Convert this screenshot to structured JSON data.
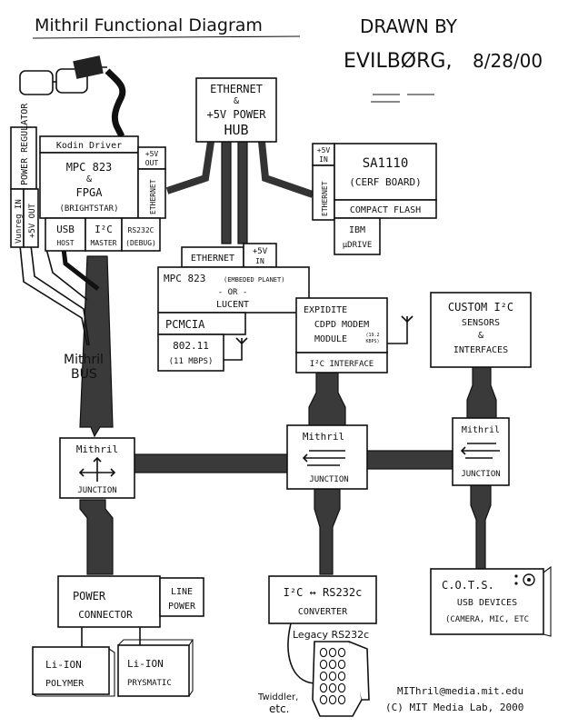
{
  "header": {
    "title": "Mithril Functional Diagram",
    "drawn_by_prefix": "DRAWN BY",
    "author": "EVILBØRG,",
    "date": "8/28/00"
  },
  "hub": {
    "line1": "ETHERNET",
    "line2": "&",
    "line3": "+5V POWER",
    "line4": "HUB"
  },
  "kodin_driver": "Kodin Driver",
  "power_regulator": "POWER REGULATOR",
  "vunreg_in": "Vunreg IN",
  "v5_out_left": "+5V OUT",
  "mpc823_main": {
    "line1": "MPC 823",
    "line2": "&",
    "line3": "FPGA",
    "line4": "(BRIGHTSTAR)"
  },
  "v5_out_side": {
    "line1": "+5V",
    "line2": "OUT"
  },
  "ethernet_vertical_left": "ETHERNET",
  "usb_host": {
    "line1": "USB",
    "line2": "HOST"
  },
  "i2c_master": {
    "line1": "I²C",
    "line2": "MASTER"
  },
  "rs232c_debug": {
    "line1": "RS232C",
    "line2": "(DEBUG)"
  },
  "sa1110": {
    "v5_in_line1": "+5V",
    "v5_in_line2": "IN",
    "ethernet_vertical": "ETHERNET",
    "title": "SA1110",
    "subtitle": "(CERF BOARD)",
    "flash": "COMPACT FLASH",
    "ibm_line1": "IBM",
    "ibm_line2": "μDRIVE"
  },
  "embedded": {
    "ethernet": "ETHERNET",
    "v5_in_line1": "+5V",
    "v5_in_line2": "IN",
    "line1": "MPC 823",
    "line1_small": "(EMBEDED PLANET)",
    "line2": "- OR -",
    "line3": "LUCENT",
    "pcmcia": "PCMCIA",
    "wifi_line1": "802.11",
    "wifi_line2": "(11 MBPS)"
  },
  "cdpd": {
    "line1": "EXPIDITE",
    "line2": "CDPD MODEM",
    "line3": "MODULE",
    "rate1": "(19.2",
    "rate2": "KBPS)",
    "interface": "I²C INTERFACE"
  },
  "custom_i2c": {
    "line1": "CUSTOM I²C",
    "line2": "SENSORS",
    "line3": "&",
    "line4": "INTERFACES"
  },
  "mithril_bus": {
    "line1": "Mithril",
    "line2": "BUS"
  },
  "junctions": [
    {
      "top": "Mithril",
      "bottom": "JUNCTION"
    },
    {
      "top": "Mithril",
      "bottom": "JUNCTION"
    },
    {
      "top": "Mithril",
      "bottom": "JUNCTION"
    }
  ],
  "power_connector": {
    "line1": "POWER",
    "line2": "CONNECTOR"
  },
  "line_power": {
    "line1": "LINE",
    "line2": "POWER"
  },
  "converter": {
    "line1": "I²C ↔ RS232c",
    "line2": "CONVERTER"
  },
  "cots": {
    "line1": "C.O.T.S.",
    "line2": "USB DEVICES",
    "line3": "(CAMERA, MIC, ETC"
  },
  "legacy": "Legacy RS232c",
  "twiddler": {
    "line1": "Twiddler,",
    "line2": "etc."
  },
  "li_ion_polymer": {
    "line1": "Li-ION",
    "line2": "POLYMER"
  },
  "li_ion_prysmatic": {
    "line1": "Li-ION",
    "line2": "PRYSMATIC"
  },
  "footer": {
    "email": "MIThril@media.mit.edu",
    "copyright": "(C) MIT Media Lab, 2000"
  }
}
